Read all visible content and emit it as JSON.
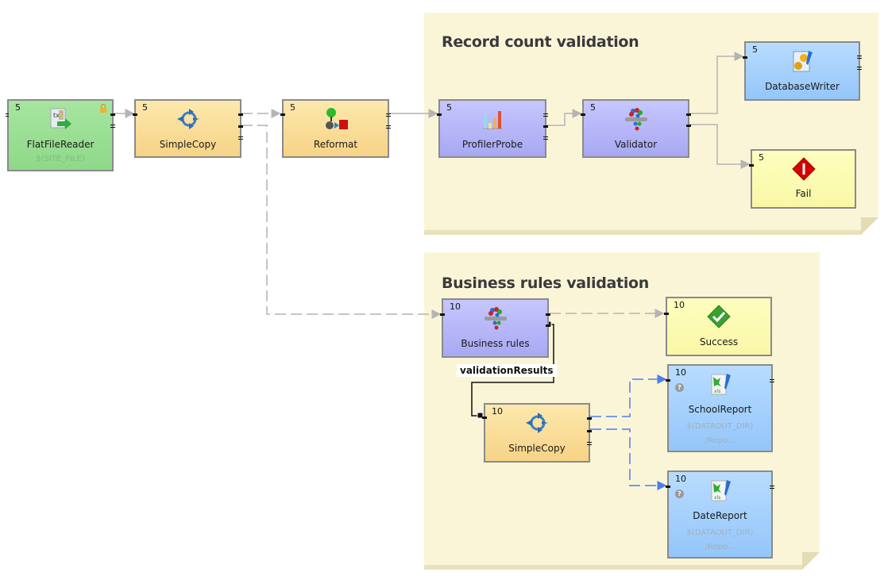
{
  "notes": [
    {
      "id": "record-count",
      "title": "Record count validation"
    },
    {
      "id": "business-rules",
      "title": "Business rules validation"
    }
  ],
  "nodes": {
    "flatfilereader": {
      "count": "5",
      "label": "FlatFileReader",
      "sub": "$(SITE_FILE)",
      "icon": "flat-file-reader-icon"
    },
    "simplecopy1": {
      "count": "5",
      "label": "SimpleCopy",
      "icon": "simple-copy-icon"
    },
    "reformat": {
      "count": "5",
      "label": "Reformat",
      "icon": "reformat-icon"
    },
    "profilerprobe": {
      "count": "5",
      "label": "ProfilerProbe",
      "icon": "profiler-chart-icon"
    },
    "validator": {
      "count": "5",
      "label": "Validator",
      "icon": "validator-icon"
    },
    "databasewriter": {
      "count": "5",
      "label": "DatabaseWriter",
      "icon": "database-writer-icon"
    },
    "fail": {
      "count": "5",
      "label": "Fail",
      "icon": "fail-diamond-icon"
    },
    "businessrules": {
      "count": "10",
      "label": "Business rules",
      "icon": "validator-icon"
    },
    "success": {
      "count": "10",
      "label": "Success",
      "icon": "success-check-icon"
    },
    "simplecopy2": {
      "count": "10",
      "label": "SimpleCopy",
      "icon": "simple-copy-icon"
    },
    "schoolreport": {
      "count": "10",
      "label": "SchoolReport",
      "sub1": "$(DATAOUT_DIR)",
      "sub2": "/Repo...",
      "icon": "xls-writer-icon"
    },
    "datereport": {
      "count": "10",
      "label": "DateReport",
      "sub1": "$(DATAOUT_DIR)",
      "sub2": "/Repo...",
      "icon": "xls-writer-icon"
    }
  },
  "edge_labels": {
    "validation_results": "validationResults"
  },
  "colors": {
    "edge_gray": "#b4b4b4",
    "edge_blue": "#4a7ff0",
    "edge_selected": "#111111",
    "note_bg": "#fbf5d8"
  }
}
